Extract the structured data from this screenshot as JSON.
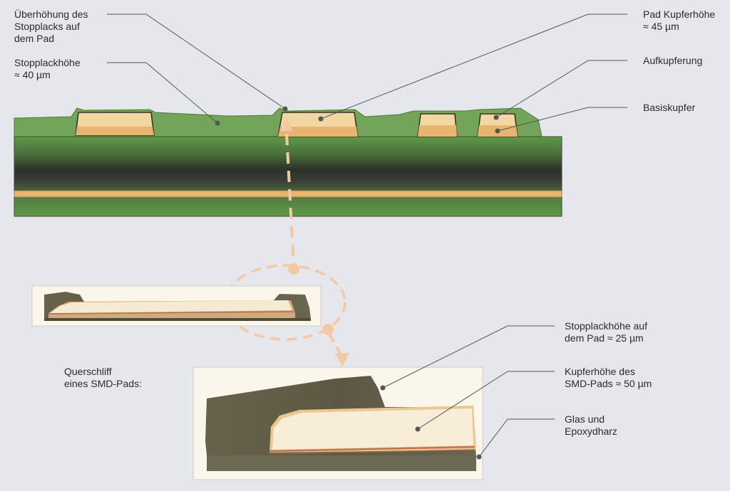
{
  "labels": {
    "ueberhoehung": "Überhöhung des\nStopplacks auf\ndem Pad",
    "stopplackhoehe": "Stopplackhöhe\n≈ 40 µm",
    "pad_kupferhoehe": "Pad Kupferhöhe\n≈ 45 µm",
    "aufkupferung": "Aufkupferung",
    "basiskupfer": "Basiskupfer",
    "querschliff": "Querschliff\neines SMD-Pads:",
    "stopplack_auf_pad": "Stopplackhöhe auf\ndem Pad ≈ 25 µm",
    "kupferhoehe_smd": "Kupferhöhe des\nSMD-Pads ≈ 50 µm",
    "glas_epoxy": "Glas und\nEpoxydharz"
  },
  "colors": {
    "background": "#e6e7ec",
    "solder_mask": "#72a45a",
    "board_green": "#5f9848",
    "copper_light": "#f3d7a2",
    "copper_base": "#e7b570",
    "outline": "#3f3420",
    "leader": "#555555",
    "arrow": "#f2c9a0"
  }
}
